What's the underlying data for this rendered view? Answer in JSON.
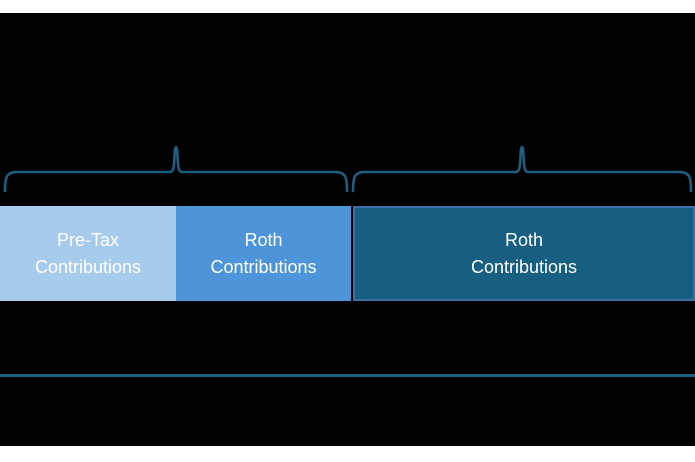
{
  "page": {
    "background_color": "#ffffff",
    "canvas_color": "#000000"
  },
  "braces": {
    "color": "#1E5E80",
    "left_brace_span": "over Pre-Tax Contributions and Roth Contributions segments",
    "right_brace_span": "over Roth Contributions segment"
  },
  "bar": {
    "text_color": "#FFFFFF",
    "segments": [
      {
        "label": "Pre-Tax\nContributions",
        "fill": "#A7CBEB"
      },
      {
        "label": "Roth\nContributions",
        "fill": "#4E94D9"
      },
      {
        "label": "Roth\nContributions",
        "fill": "#175F80",
        "border_color": "#3A6FA8"
      }
    ]
  },
  "divider": {
    "color": "#1E5E80"
  }
}
